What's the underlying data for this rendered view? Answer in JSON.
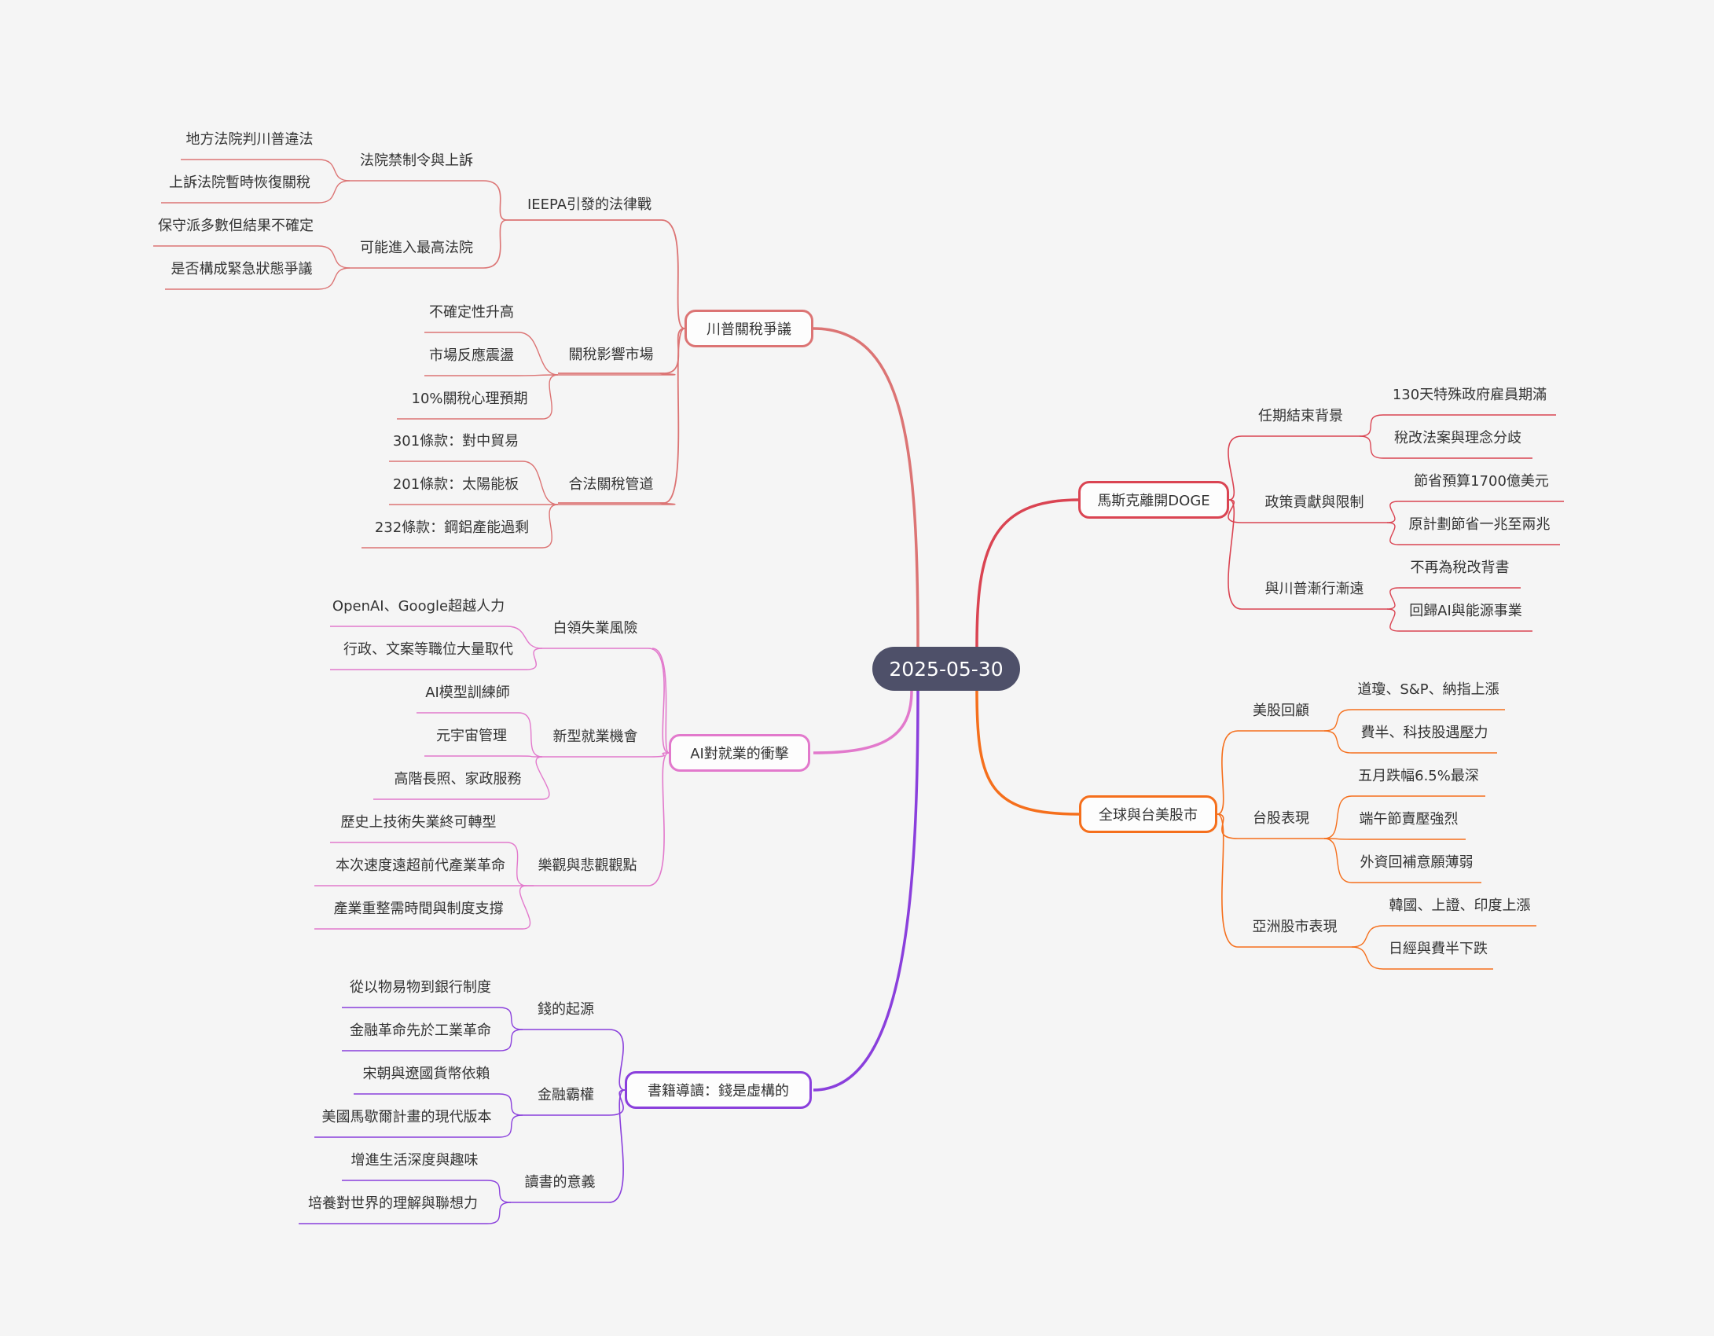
{
  "root": "2025-05-30",
  "colors": {
    "tariff": "#dc7474",
    "ai": "#e279cc",
    "book": "#8a3fdc",
    "musk": "#da4452",
    "stock": "#f56f1c",
    "root_fill": "#4e5069",
    "background": "#f5f5f5"
  },
  "tariff": {
    "label": "川普關稅爭議",
    "ieepa": {
      "label": "IEEPA引發的法律戰",
      "court": {
        "label": "法院禁制令與上訴",
        "items": [
          "地方法院判川普違法",
          "上訴法院暫時恢復關稅"
        ]
      },
      "supreme": {
        "label": "可能進入最高法院",
        "items": [
          "保守派多數但結果不確定",
          "是否構成緊急狀態爭議"
        ]
      }
    },
    "impact": {
      "label": "關稅影響市場",
      "items": [
        "不確定性升高",
        "市場反應震盪",
        "10%關稅心理預期"
      ]
    },
    "legal": {
      "label": "合法關稅管道",
      "items": [
        "301條款：對中貿易",
        "201條款：太陽能板",
        "232條款：鋼鋁產能過剩"
      ]
    }
  },
  "ai": {
    "label": "AI對就業的衝擊",
    "risk": {
      "label": "白領失業風險",
      "items": [
        "OpenAI、Google超越人力",
        "行政、文案等職位大量取代"
      ]
    },
    "new_jobs": {
      "label": "新型就業機會",
      "items": [
        "AI模型訓練師",
        "元宇宙管理",
        "高階長照、家政服務"
      ]
    },
    "views": {
      "label": "樂觀與悲觀觀點",
      "items": [
        "歷史上技術失業終可轉型",
        "本次速度遠超前代產業革命",
        "產業重整需時間與制度支撐"
      ]
    }
  },
  "book": {
    "label": "書籍導讀：錢是虛構的",
    "origin": {
      "label": "錢的起源",
      "items": [
        "從以物易物到銀行制度",
        "金融革命先於工業革命"
      ]
    },
    "hegemony": {
      "label": "金融霸權",
      "items": [
        "宋朝與遼國貨幣依賴",
        "美國馬歇爾計畫的現代版本"
      ]
    },
    "meaning": {
      "label": "讀書的意義",
      "items": [
        "增進生活深度與趣味",
        "培養對世界的理解與聯想力"
      ]
    }
  },
  "musk": {
    "label": "馬斯克離開DOGE",
    "term": {
      "label": "任期結束背景",
      "items": [
        "130天特殊政府雇員期滿",
        "稅改法案與理念分歧"
      ]
    },
    "policy": {
      "label": "政策貢獻與限制",
      "items": [
        "節省預算1700億美元",
        "原計劃節省一兆至兩兆"
      ]
    },
    "trump": {
      "label": "與川普漸行漸遠",
      "items": [
        "不再為稅改背書",
        "回歸AI與能源事業"
      ]
    }
  },
  "stock": {
    "label": "全球與台美股市",
    "us": {
      "label": "美股回顧",
      "items": [
        "道瓊、S&P、納指上漲",
        "費半、科技股遇壓力"
      ]
    },
    "tw": {
      "label": "台股表現",
      "items": [
        "五月跌幅6.5%最深",
        "端午節賣壓強烈",
        "外資回補意願薄弱"
      ]
    },
    "asia": {
      "label": "亞洲股市表現",
      "items": [
        "韓國、上證、印度上漲",
        "日經與費半下跌"
      ]
    }
  }
}
